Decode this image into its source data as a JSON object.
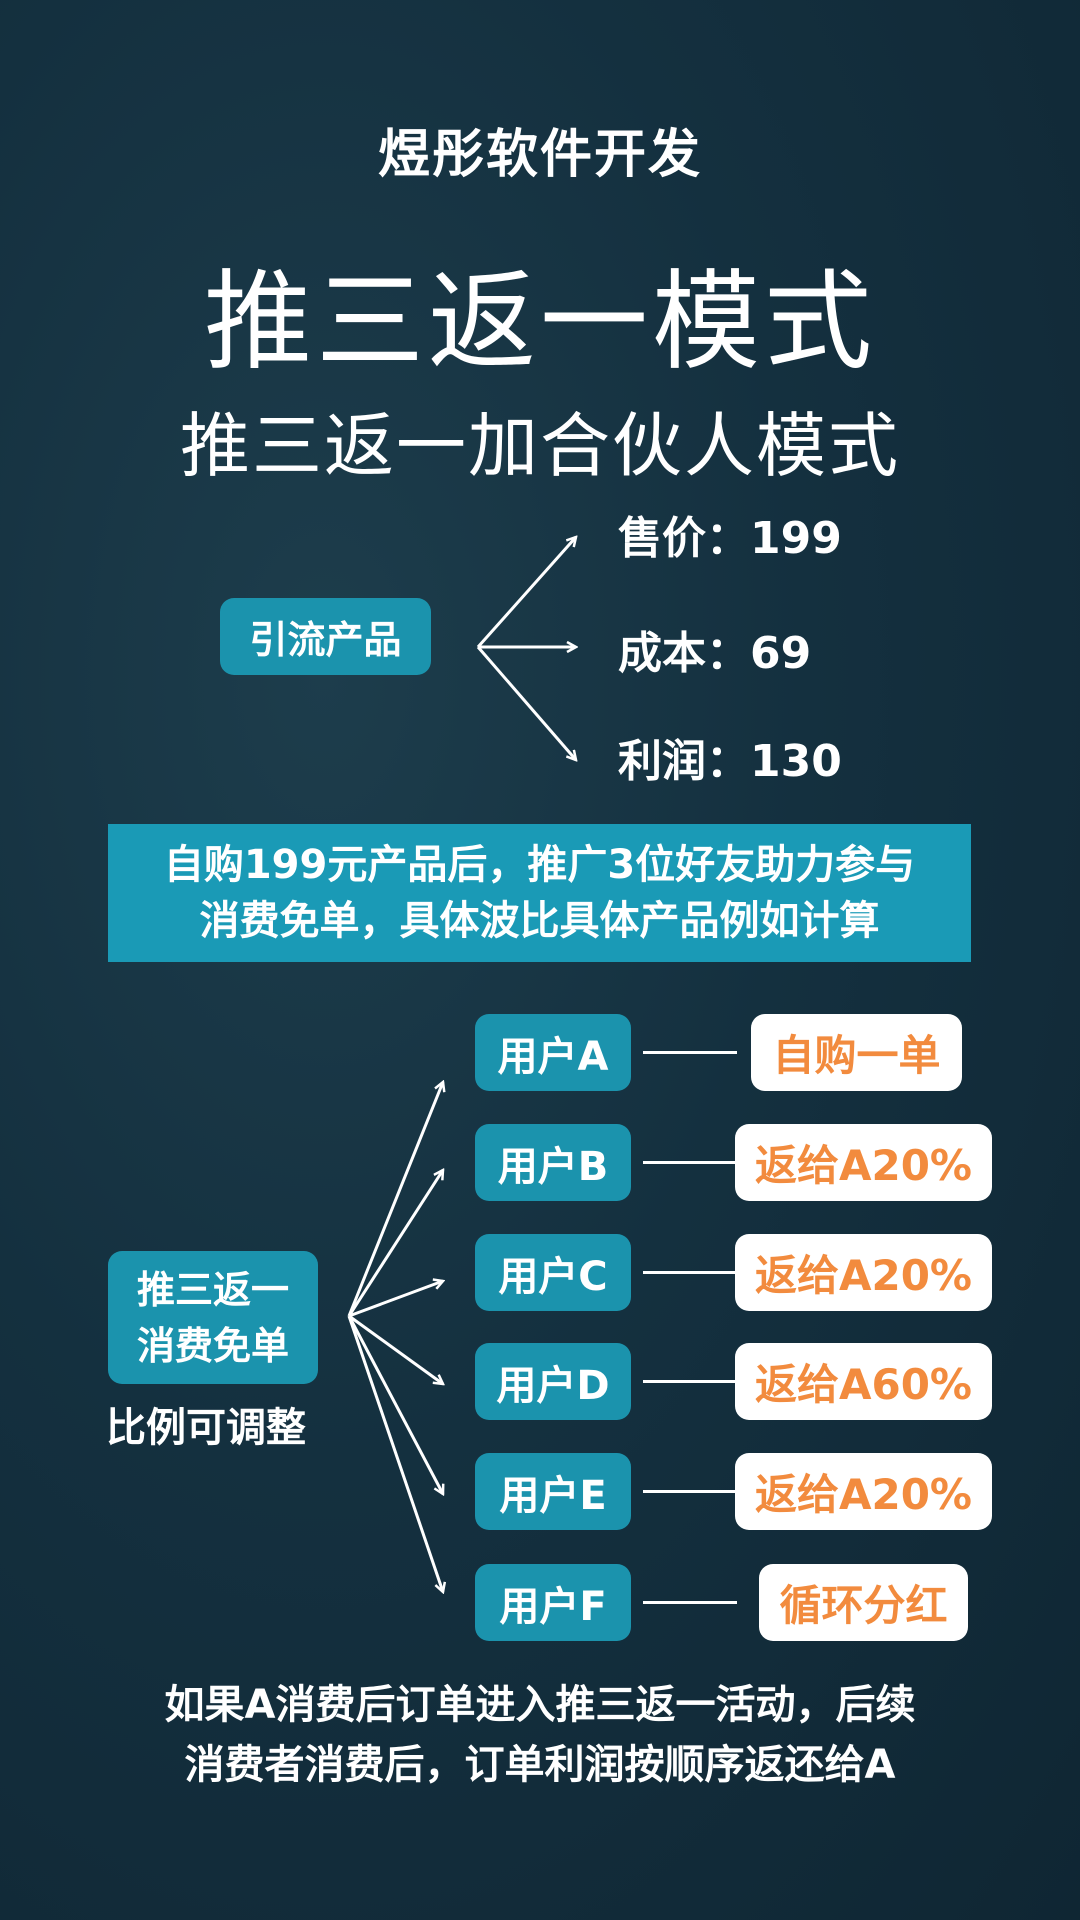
{
  "brand": "煜彤软件开发",
  "title": "推三返一模式",
  "subtitle": "推三返一加合伙人模式",
  "product": {
    "label": "引流产品",
    "items": [
      "售价：199",
      "成本：69",
      "利润：130"
    ]
  },
  "banner": {
    "lines": [
      "自购199元产品后，推广3位好友助力参与",
      "消费免单，具体波比具体产品例如计算"
    ]
  },
  "scheme": {
    "box_lines": [
      "推三返一",
      "消费免单"
    ],
    "note": "比例可调整",
    "users": [
      {
        "name": "用户A",
        "result": "自购一单"
      },
      {
        "name": "用户B",
        "result": "返给A20%"
      },
      {
        "name": "用户C",
        "result": "返给A20%"
      },
      {
        "name": "用户D",
        "result": "返给A60%"
      },
      {
        "name": "用户E",
        "result": "返给A20%"
      },
      {
        "name": "用户F",
        "result": "循环分红"
      }
    ]
  },
  "footer": {
    "lines": [
      "如果A消费后订单进入推三返一活动，后续",
      "消费者消费后，订单利润按顺序返还给A"
    ]
  },
  "colors": {
    "box": "#1b93ad",
    "accent": "#f28b3e"
  }
}
